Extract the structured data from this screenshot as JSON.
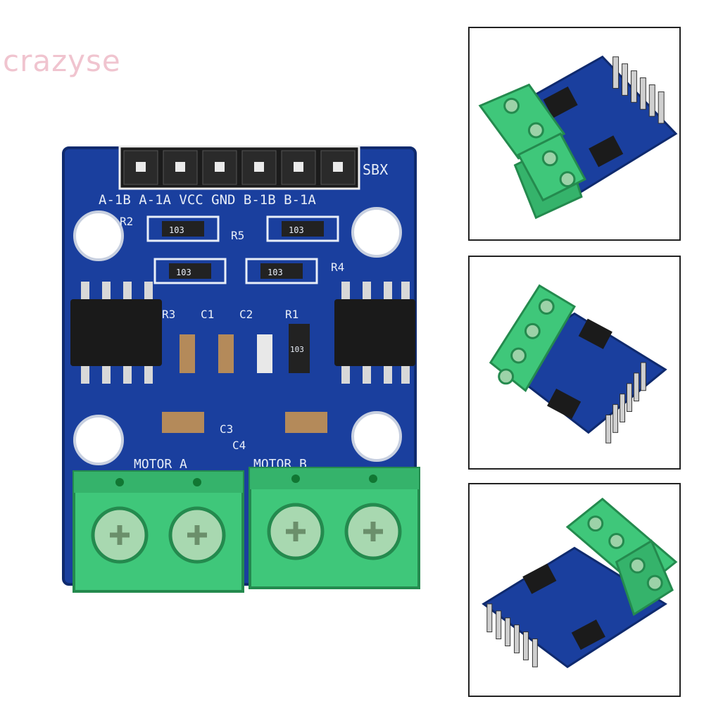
{
  "watermark": "crazyse",
  "main_board": {
    "pin_header_label": "SBX",
    "pin_labels": "A-1B A-1A VCC GND B-1B B-1A",
    "resistor_refs": [
      "R2",
      "R5",
      "R4",
      "R3",
      "R1"
    ],
    "resistor_values": [
      "103",
      "103",
      "103",
      "103",
      "103"
    ],
    "capacitor_refs": [
      "C1",
      "C2",
      "C3",
      "C4"
    ],
    "terminal_labels": [
      "MOTOR A",
      "MOTOR B"
    ]
  },
  "thumbnails": [
    {
      "caption": ""
    },
    {
      "caption": ""
    },
    {
      "caption": ""
    }
  ],
  "colors": {
    "pcb": "#1a3f9e",
    "terminal": "#3fc77a",
    "header": "#1b1b1b",
    "watermark": "#f0c4cf"
  }
}
